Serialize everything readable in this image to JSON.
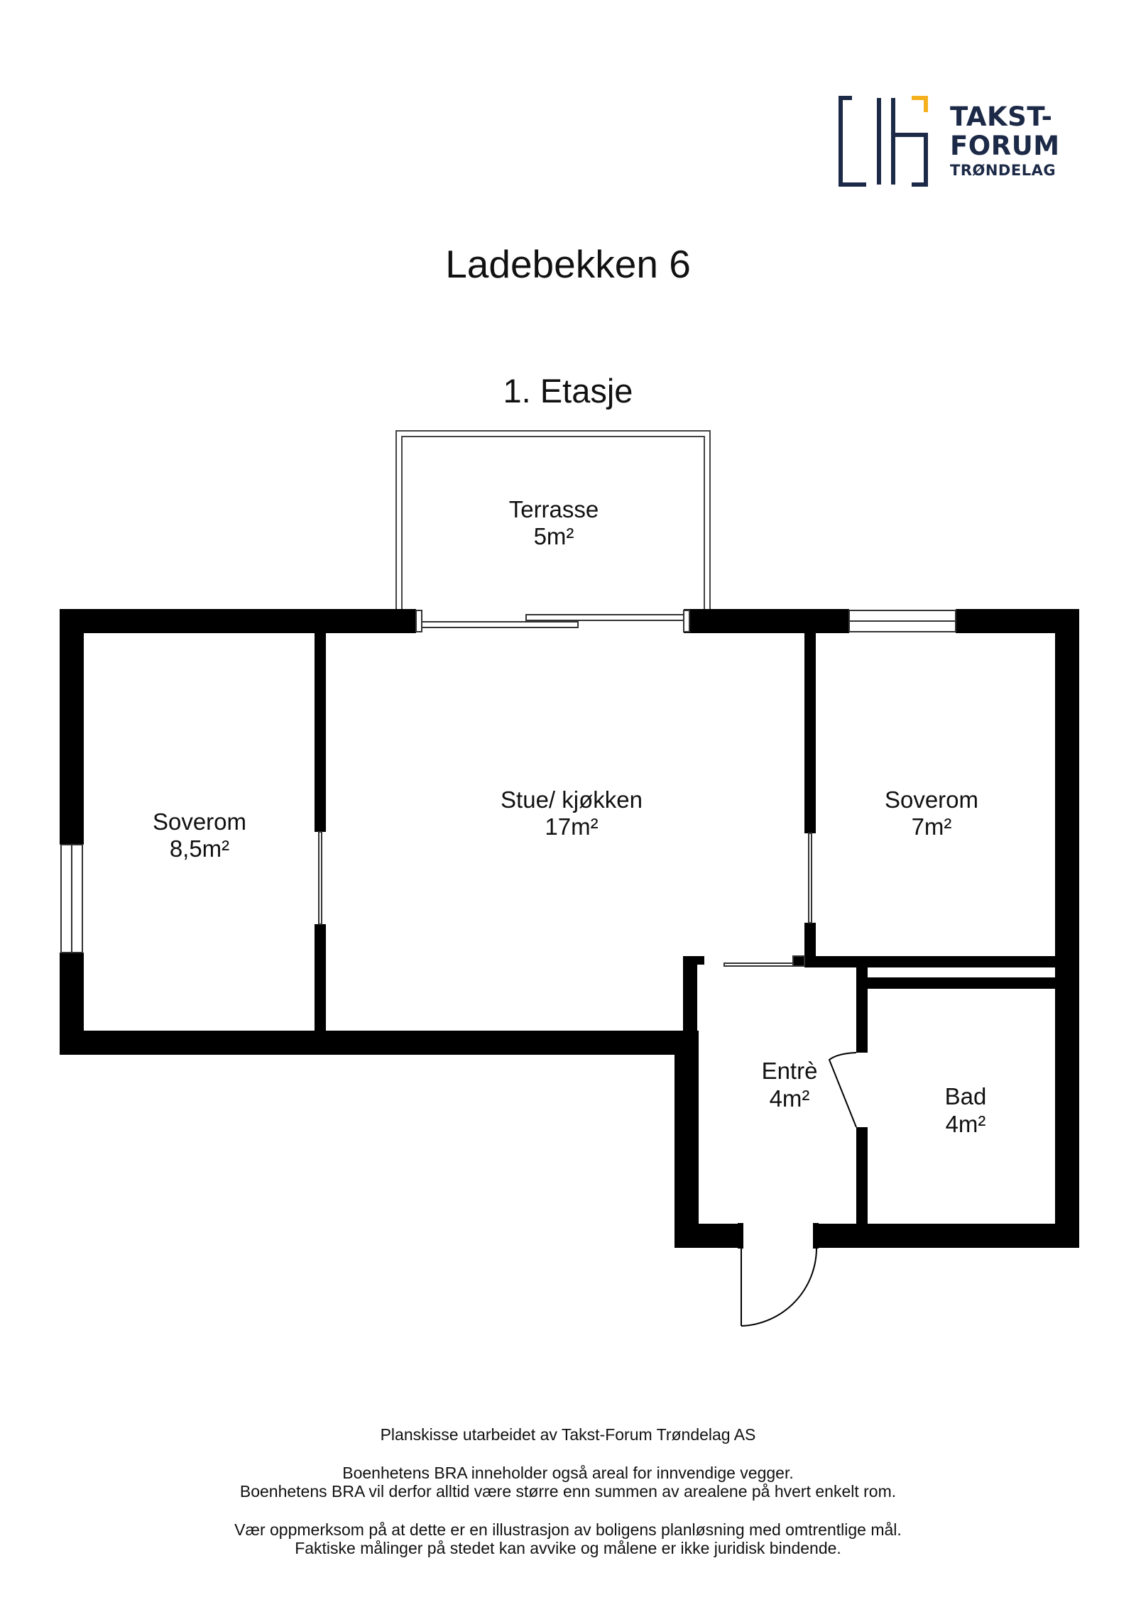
{
  "logo": {
    "line1": "TAKST-",
    "line2": "FORUM",
    "line3": "TRØNDELAG",
    "navy": "#1c2a47",
    "gold": "#f5b01e"
  },
  "title": "Ladebekken 6",
  "floor": "1. Etasje",
  "rooms": {
    "terrasse": {
      "name": "Terrasse",
      "area": "5m²"
    },
    "stue": {
      "name": "Stue/ kjøkken",
      "area": "17m²"
    },
    "soverom_left": {
      "name": "Soverom",
      "area": "8,5m²"
    },
    "soverom_right": {
      "name": "Soverom",
      "area": "7m²"
    },
    "entre": {
      "name": "Entrè",
      "area": "4m²"
    },
    "bad": {
      "name": "Bad",
      "area": "4m²"
    }
  },
  "footer": {
    "line1": "Planskisse utarbeidet av Takst-Forum Trøndelag AS",
    "line2": "Boenhetens BRA inneholder også areal for innvendige vegger.",
    "line3": "Boenhetens BRA vil derfor alltid være større enn summen av arealene på hvert enkelt rom.",
    "line4": "Vær oppmerksom på at dette er en illustrasjon av boligens planløsning med omtrentlige mål.",
    "line5": "Faktiske målinger på stedet kan avvike og målene er ikke juridisk bindende."
  }
}
